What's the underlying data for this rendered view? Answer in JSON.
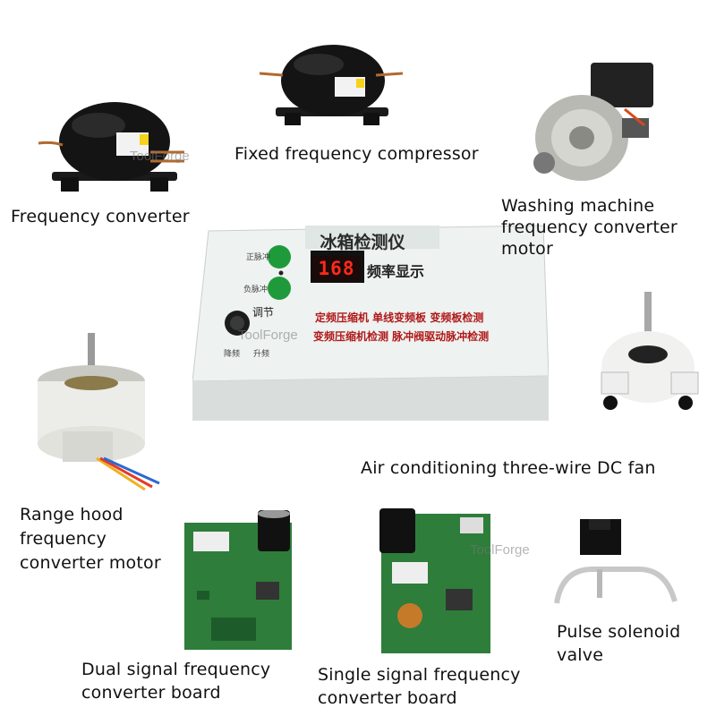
{
  "labels": {
    "frequency_converter": "Frequency converter",
    "fixed_compressor": "Fixed frequency compressor",
    "washing_motor_1": "Washing machine",
    "washing_motor_2": "frequency converter",
    "washing_motor_3": "motor",
    "ac_fan": "Air conditioning three-wire DC fan",
    "range_hood_1": "Range hood",
    "range_hood_2": "frequency",
    "range_hood_3": "converter motor",
    "dual_board_1": "Dual signal frequency",
    "dual_board_2": "converter board",
    "single_board_1": "Single signal frequency",
    "single_board_2": "converter board",
    "solenoid_1": "Pulse solenoid",
    "solenoid_2": "valve"
  },
  "watermark": "ToolForge",
  "device": {
    "title": "冰箱检测仪",
    "display_value": "168",
    "display_caption": "频率显示",
    "btn_top_label": "正脉冲",
    "btn_bottom_label": "负脉冲",
    "knob_label": "调节",
    "knob_left": "降频",
    "knob_right": "升频",
    "line1": "定频压缩机 单线变频板 变频板检测",
    "line2": "变频压缩机检测  脉冲阀驱动脉冲检测"
  },
  "colors": {
    "device_green": "#1f9a3a",
    "display_red": "#ff2a1a",
    "text_red": "#b01818",
    "board_green": "#2e7d3a",
    "compressor_black": "#141414"
  }
}
